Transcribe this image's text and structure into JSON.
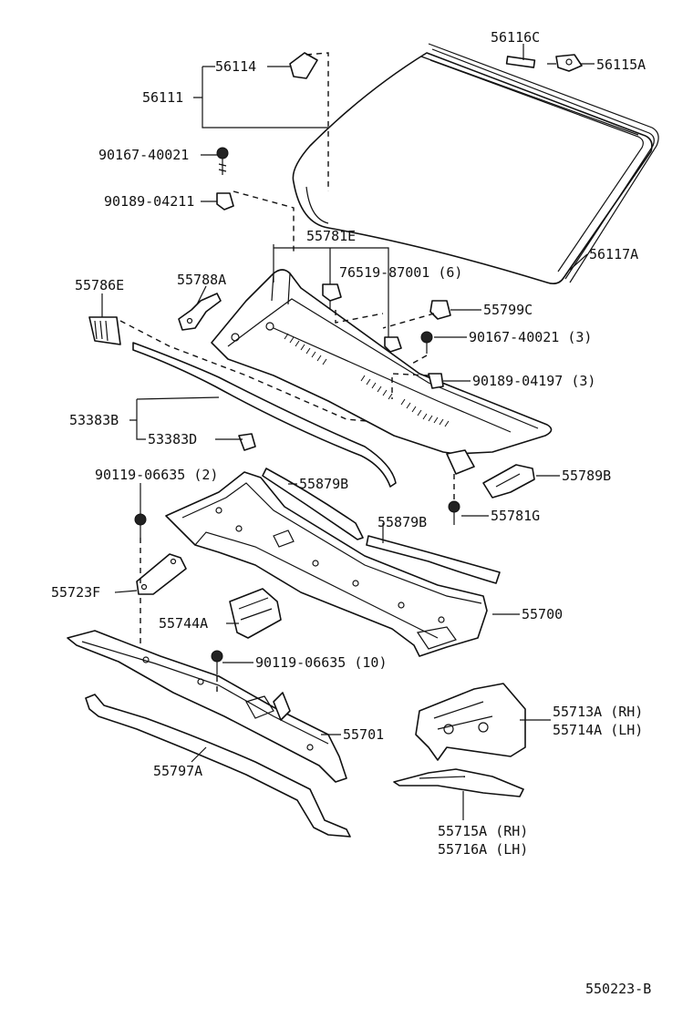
{
  "diagram": {
    "figure_id": "550223-B",
    "labels": {
      "56116C": "56116C",
      "56115A": "56115A",
      "56114": "56114",
      "56111": "56111",
      "90167_40021": "90167-40021",
      "90189_04211": "90189-04211",
      "55781E": "55781E",
      "56117A": "56117A",
      "55786E": "55786E",
      "55788A": "55788A",
      "76519_87001": "76519-87001 (6)",
      "55799C": "55799C",
      "90167_40021_3": "90167-40021 (3)",
      "90189_04197_3": "90189-04197 (3)",
      "53383B": "53383B",
      "53383D": "53383D",
      "90119_06635_2": "90119-06635 (2)",
      "55879B_a": "55879B",
      "55789B": "55789B",
      "55781G": "55781G",
      "55879B_b": "55879B",
      "55723F": "55723F",
      "55700": "55700",
      "55744A": "55744A",
      "90119_06635_10": "90119-06635 (10)",
      "55713A": "55713A (RH)",
      "55714A": "55714A (LH)",
      "55701": "55701",
      "55797A": "55797A",
      "55715A": "55715A (RH)",
      "55716A": "55716A (LH)"
    }
  }
}
